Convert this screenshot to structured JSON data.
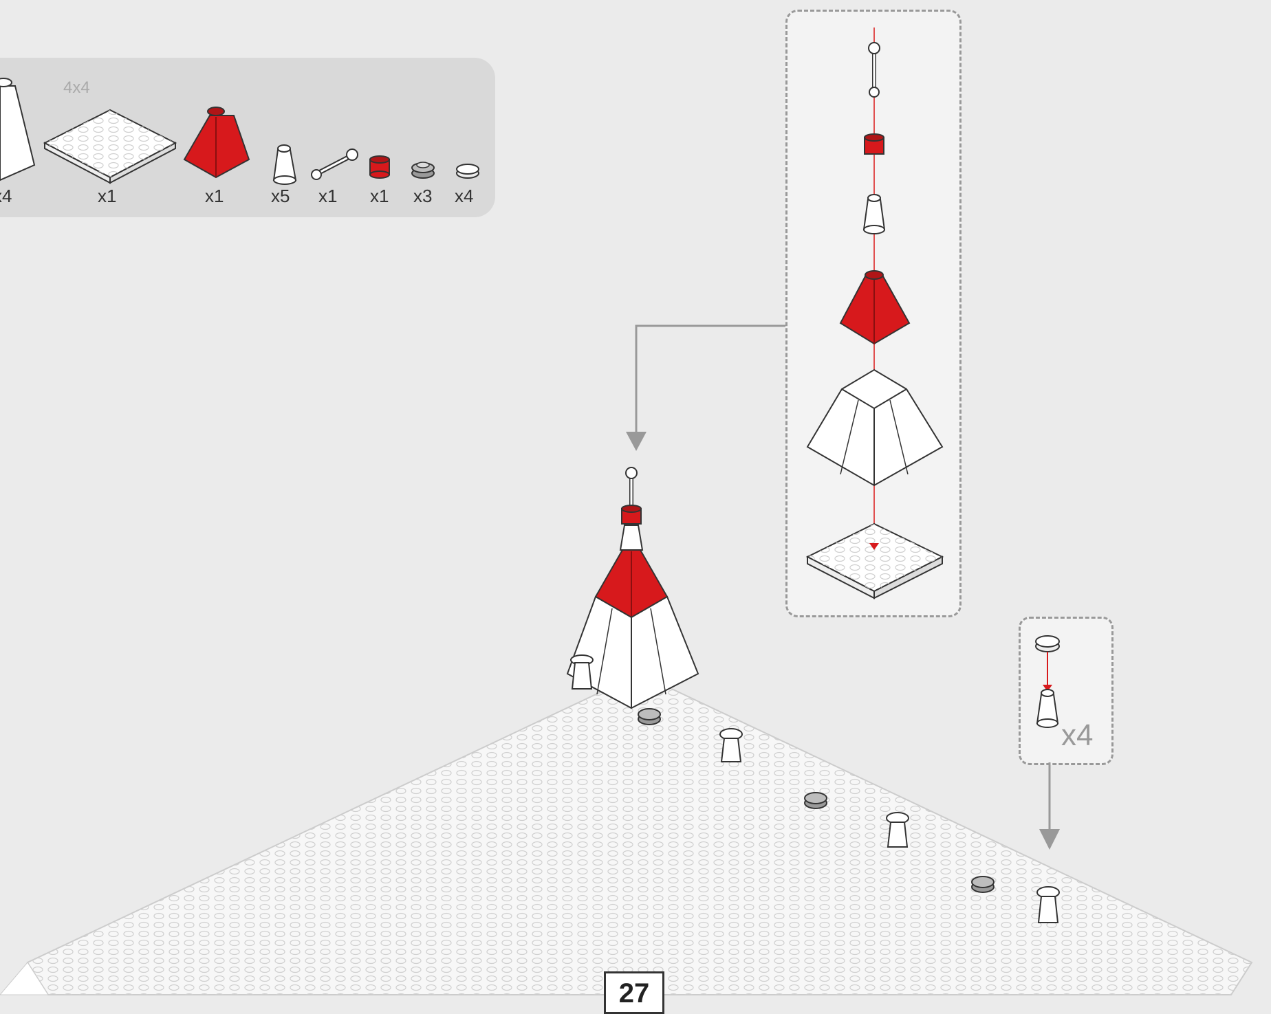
{
  "parts_panel": {
    "size_label": "4x4",
    "quantities": [
      "x4",
      "x1",
      "x1",
      "x5",
      "x1",
      "x1",
      "x3",
      "x4"
    ]
  },
  "callout": {
    "multiplier": "x4"
  },
  "step": {
    "number": "27"
  },
  "colors": {
    "background": "#ebebeb",
    "panel": "#d9d9d9",
    "brick_red": "#d7191c",
    "brick_white": "#ffffff",
    "arrow_gray": "#999999"
  },
  "icons": [
    "slope-brick-icon",
    "plate-4x4-icon",
    "red-slope-icon",
    "cone-icon",
    "bar-with-ball-icon",
    "red-round-brick-icon",
    "gray-round-plate-icon",
    "round-tile-icon"
  ]
}
